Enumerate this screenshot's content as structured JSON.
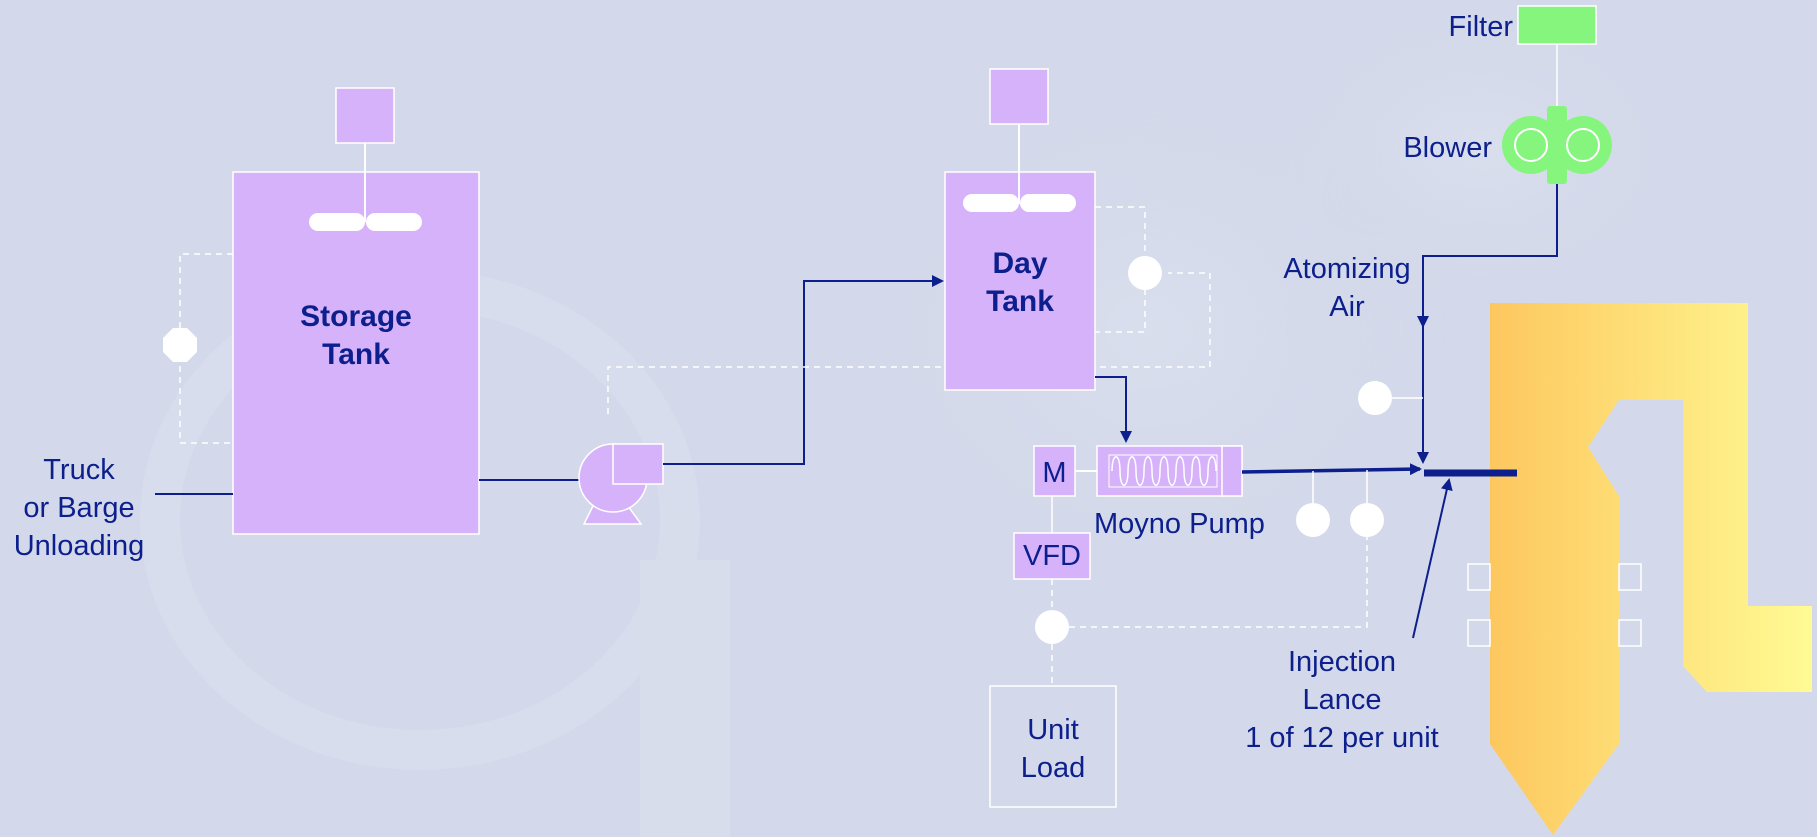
{
  "labels": {
    "truck_unloading": [
      "Truck",
      "or Barge",
      "Unloading"
    ],
    "storage_tank": [
      "Storage",
      "Tank"
    ],
    "day_tank": [
      "Day",
      "Tank"
    ],
    "motor": "M",
    "vfd": "VFD",
    "moyno_pump": "Moyno Pump",
    "unit_load": [
      "Unit",
      "Load"
    ],
    "filter": "Filter",
    "blower": "Blower",
    "atomizing_air": [
      "Atomizing",
      "Air"
    ],
    "injection_lance": [
      "Injection",
      "Lance",
      "1 of 12 per unit"
    ]
  },
  "colors": {
    "background": "#d3d9ea",
    "equipment_fill": "#d6b2fb",
    "line": "#0c1f8c",
    "signal_line": "#ffffff",
    "filter_fill": "#85f57e",
    "boiler_gradient": [
      "#fdc75f",
      "#fffb94"
    ]
  }
}
